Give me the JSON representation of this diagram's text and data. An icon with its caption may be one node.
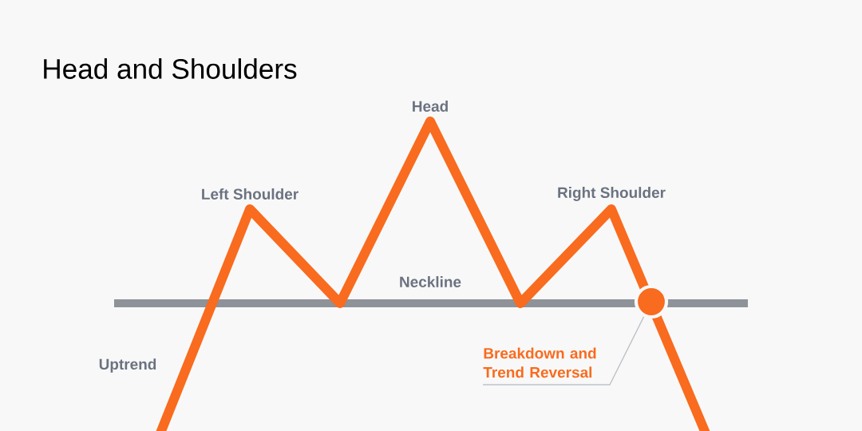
{
  "diagram": {
    "title": "Head and Shoulders",
    "nodes": [
      {
        "text": [
          "Breakdown and Trend Reversal"
        ]
      },
      {
        "text": [],
        "shape": "circle"
      }
    ],
    "edges": [
      {
        "from": 0,
        "to": 1,
        "arrow": "none"
      }
    ],
    "labels": [
      "Head",
      "Left Shoulder",
      "Right Shoulder",
      "Neckline",
      "Uptrend"
    ]
  }
}
